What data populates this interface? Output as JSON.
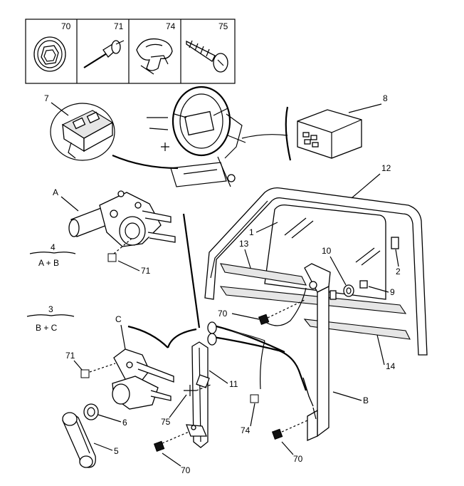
{
  "legend": [
    {
      "num": "70",
      "icon": "nut-icon"
    },
    {
      "num": "71",
      "icon": "rivet-icon"
    },
    {
      "num": "74",
      "icon": "clip-icon"
    },
    {
      "num": "75",
      "icon": "screw-icon"
    }
  ],
  "callouts": {
    "c1": "1",
    "c2": "2",
    "c3": "3",
    "c4": "4",
    "c5": "5",
    "c6": "6",
    "c7": "7",
    "c8": "8",
    "c9": "9",
    "c10": "10",
    "c11": "11",
    "c12": "12",
    "c13": "13",
    "c14": "14",
    "c70a": "70",
    "c70b": "70",
    "c70c": "70",
    "c71a": "71",
    "c71b": "71",
    "c74": "74",
    "c75": "75",
    "cA": "A",
    "cB": "B",
    "cC": "C"
  },
  "variants": {
    "v4_num": "4",
    "v4_text": "A + B",
    "v3_num": "3",
    "v3_text": "B + C"
  }
}
